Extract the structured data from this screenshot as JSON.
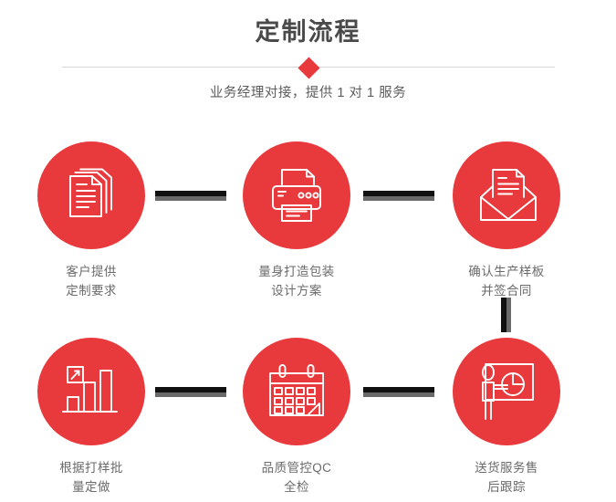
{
  "header": {
    "title": "定制流程",
    "subtitle": "业务经理对接，提供 1 对 1 服务",
    "divider_icon": "diamond-icon"
  },
  "colors": {
    "brand_red": "#e8393c",
    "title_gray": "#4a4a4a",
    "label_gray": "#6b6b6b",
    "connector_black": "#111111",
    "connector_shadow": "#6a6a6a",
    "divider_line": "#d6d6d6",
    "background": "#ffffff"
  },
  "flow": {
    "steps": [
      {
        "index": "1",
        "icon": "documents-stack-icon",
        "label": "客户提供\n定制要求"
      },
      {
        "index": "2",
        "icon": "printer-icon",
        "label": "量身打造包装\n设计方案"
      },
      {
        "index": "3",
        "icon": "envelope-document-icon",
        "label": "确认生产样板\n并签合同"
      },
      {
        "index": "4",
        "icon": "bar-chart-growth-icon",
        "label": "根据打样批\n量定做"
      },
      {
        "index": "5",
        "icon": "calendar-icon",
        "label": "品质管控QC\n全检"
      },
      {
        "index": "6",
        "icon": "presentation-person-icon",
        "label": "送货服务售\n后跟踪"
      }
    ],
    "connectors": [
      {
        "name": "connector-step1-step2",
        "orientation": "horizontal"
      },
      {
        "name": "connector-step2-step3",
        "orientation": "horizontal"
      },
      {
        "name": "connector-step3-step6",
        "orientation": "vertical"
      },
      {
        "name": "connector-step4-step5",
        "orientation": "horizontal"
      },
      {
        "name": "connector-step5-step6",
        "orientation": "horizontal"
      }
    ]
  }
}
